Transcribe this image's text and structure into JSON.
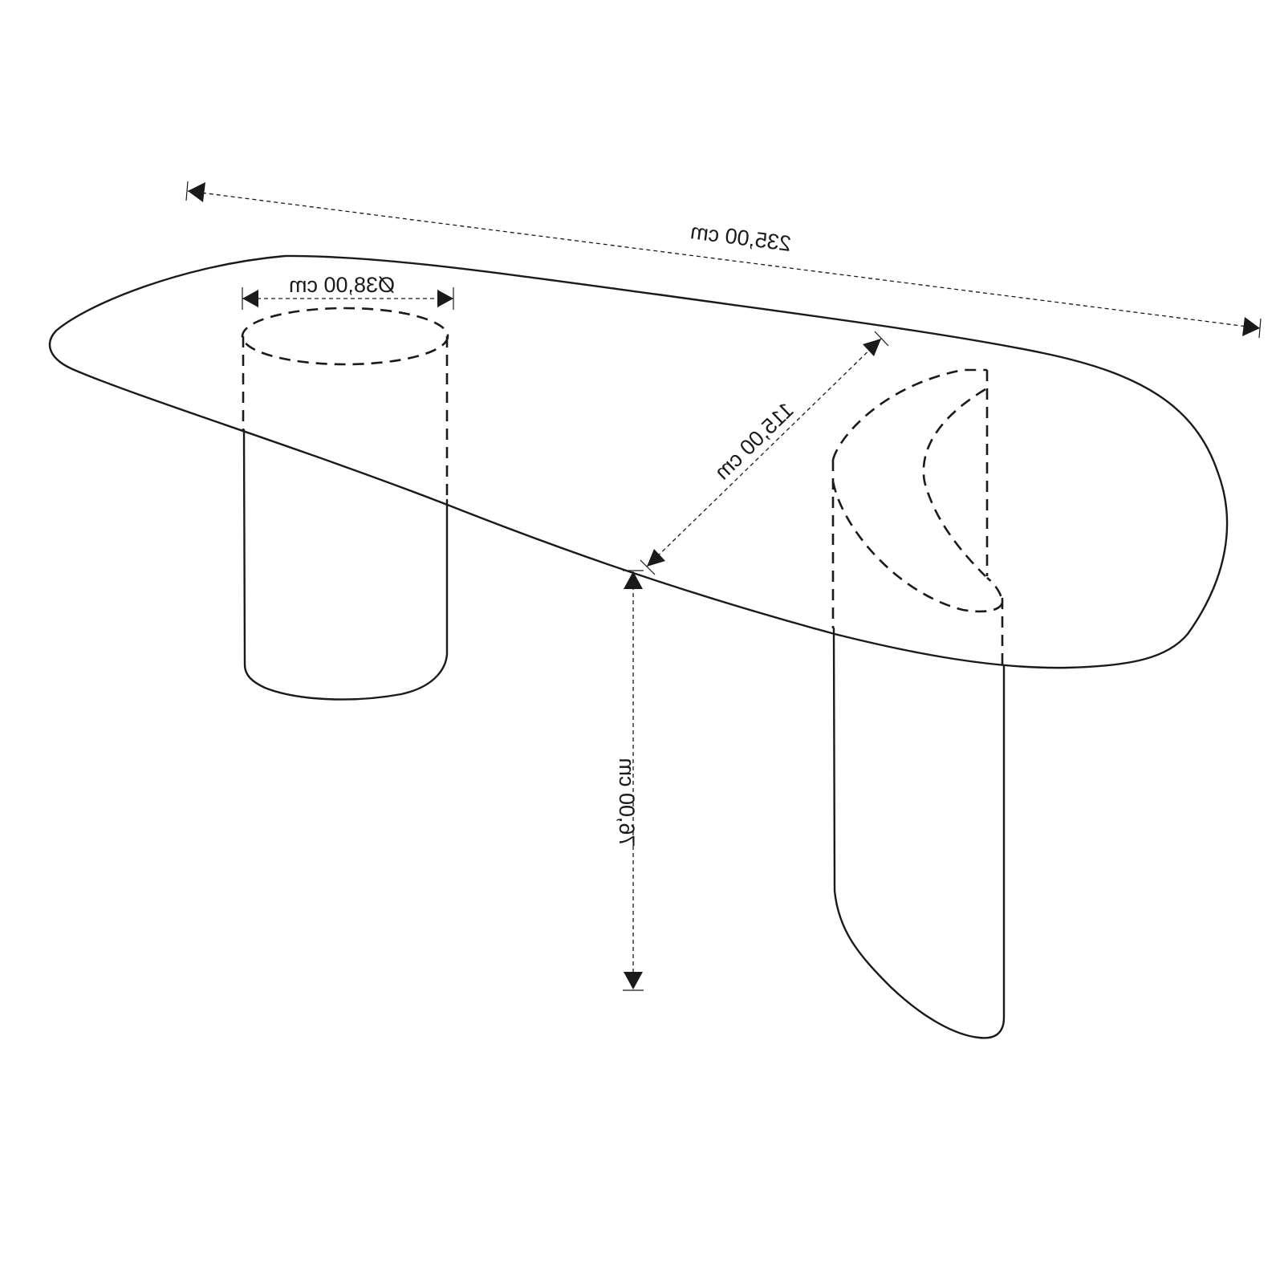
{
  "dimensions": {
    "length": "235,00 cm",
    "depth": "115,00 cm",
    "height": "76,00 cm",
    "leg_diameter": "Ø38,00 cm"
  }
}
